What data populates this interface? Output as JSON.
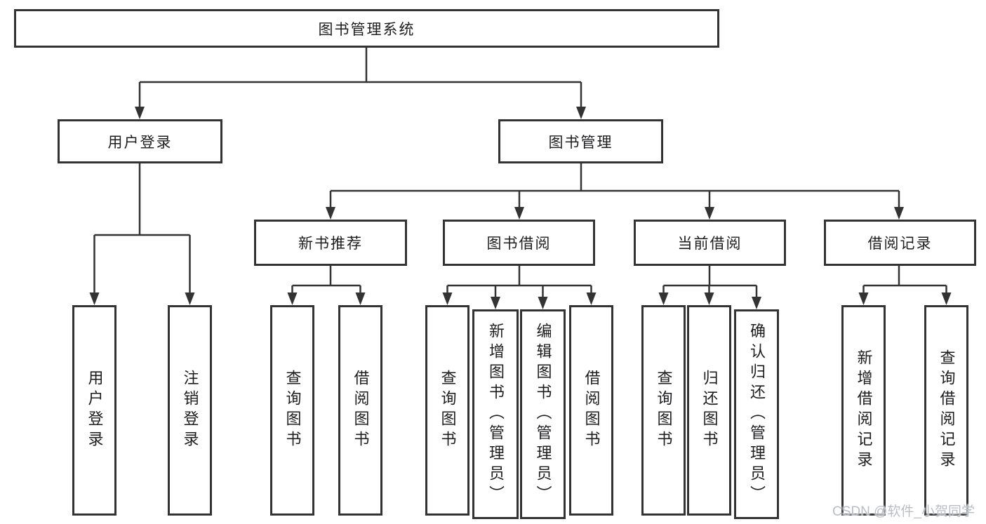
{
  "diagram": {
    "tree": {
      "label": "图书管理系统",
      "children": [
        {
          "label": "用户登录",
          "children": [
            {
              "label": "用户登录"
            },
            {
              "label": "注销登录"
            }
          ]
        },
        {
          "label": "图书管理",
          "children": [
            {
              "label": "新书推荐",
              "children": [
                {
                  "label": "查询图书"
                },
                {
                  "label": "借阅图书"
                }
              ]
            },
            {
              "label": "图书借阅",
              "children": [
                {
                  "label": "查询图书"
                },
                {
                  "label": "新增图书（管理员）"
                },
                {
                  "label": "编辑图书（管理员）"
                },
                {
                  "label": "借阅图书"
                }
              ]
            },
            {
              "label": "当前借阅",
              "children": [
                {
                  "label": "查询图书"
                },
                {
                  "label": "归还图书"
                },
                {
                  "label": "确认归还（管理员）"
                }
              ]
            },
            {
              "label": "借阅记录",
              "children": [
                {
                  "label": "新增借阅记录"
                },
                {
                  "label": "查询借阅记录"
                }
              ]
            }
          ]
        }
      ]
    }
  },
  "watermark": {
    "text": "CSDN @软件_小贺同学"
  },
  "colors": {
    "background": "#ffffff",
    "line": "#333333",
    "box_border": "#333333",
    "text": "#1d1d1f",
    "watermark": "#b9bec5"
  }
}
